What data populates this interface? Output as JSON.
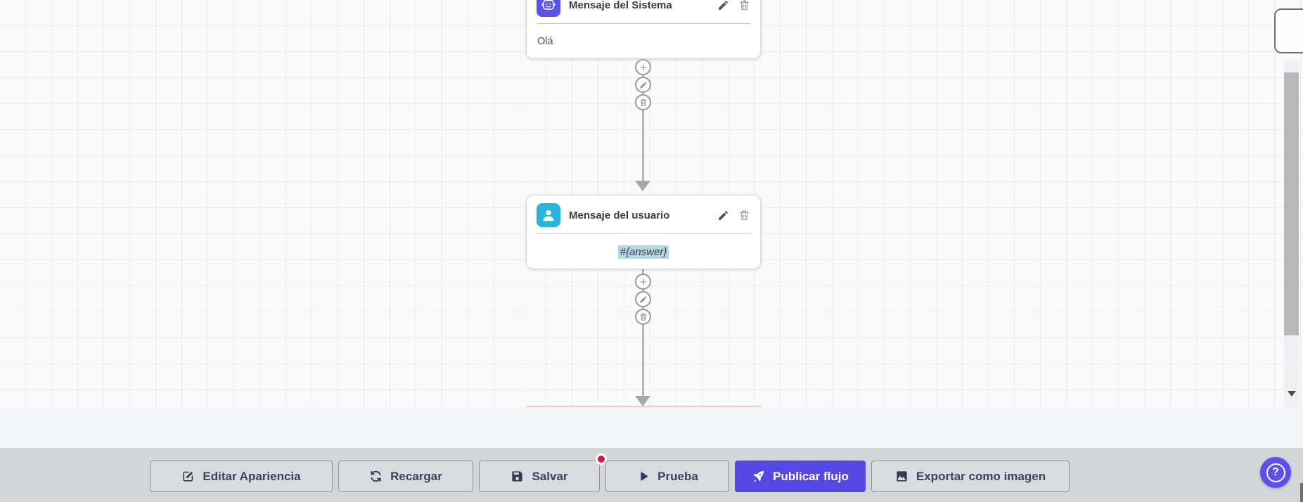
{
  "flow": {
    "nodes": [
      {
        "title": "Mensaje del Sistema",
        "content": "Olá",
        "icon": "robot-icon",
        "icon_color": "#5B50E8"
      },
      {
        "title": "Mensaje del usuario",
        "content": "#{answer}",
        "icon": "user-icon",
        "icon_color": "#2AB5D9",
        "content_selected": true
      }
    ],
    "node_actions": [
      "edit-icon",
      "trash-icon"
    ],
    "connector_actions": [
      "plus-icon",
      "edit-icon",
      "trash-icon"
    ]
  },
  "toolbar": {
    "buttons": [
      {
        "label": "Editar Apariencia",
        "icon": "edit-square-icon"
      },
      {
        "label": "Recargar",
        "icon": "refresh-icon"
      },
      {
        "label": "Salvar",
        "icon": "save-icon",
        "notification_dot": true
      },
      {
        "label": "Prueba",
        "icon": "play-icon"
      },
      {
        "label": "Publicar flujo",
        "icon": "rocket-icon",
        "variant": "primary"
      },
      {
        "label": "Exportar como imagen",
        "icon": "image-icon"
      }
    ]
  },
  "help_button": {
    "icon": "question-mark-icon",
    "glyph": "?"
  },
  "colors": {
    "primary_button": "#5447E6",
    "node_system_icon": "#5B50E8",
    "node_user_icon": "#2AB5D9",
    "notification_dot": "#C32148",
    "help_button": "#5B50E9",
    "selection_highlight": "#B3D7E4",
    "toolbar_bg": "#D4D6DA",
    "canvas_bg": "#FAFAFB",
    "button_text": "#36455E",
    "edge": "#B5B5B5"
  }
}
